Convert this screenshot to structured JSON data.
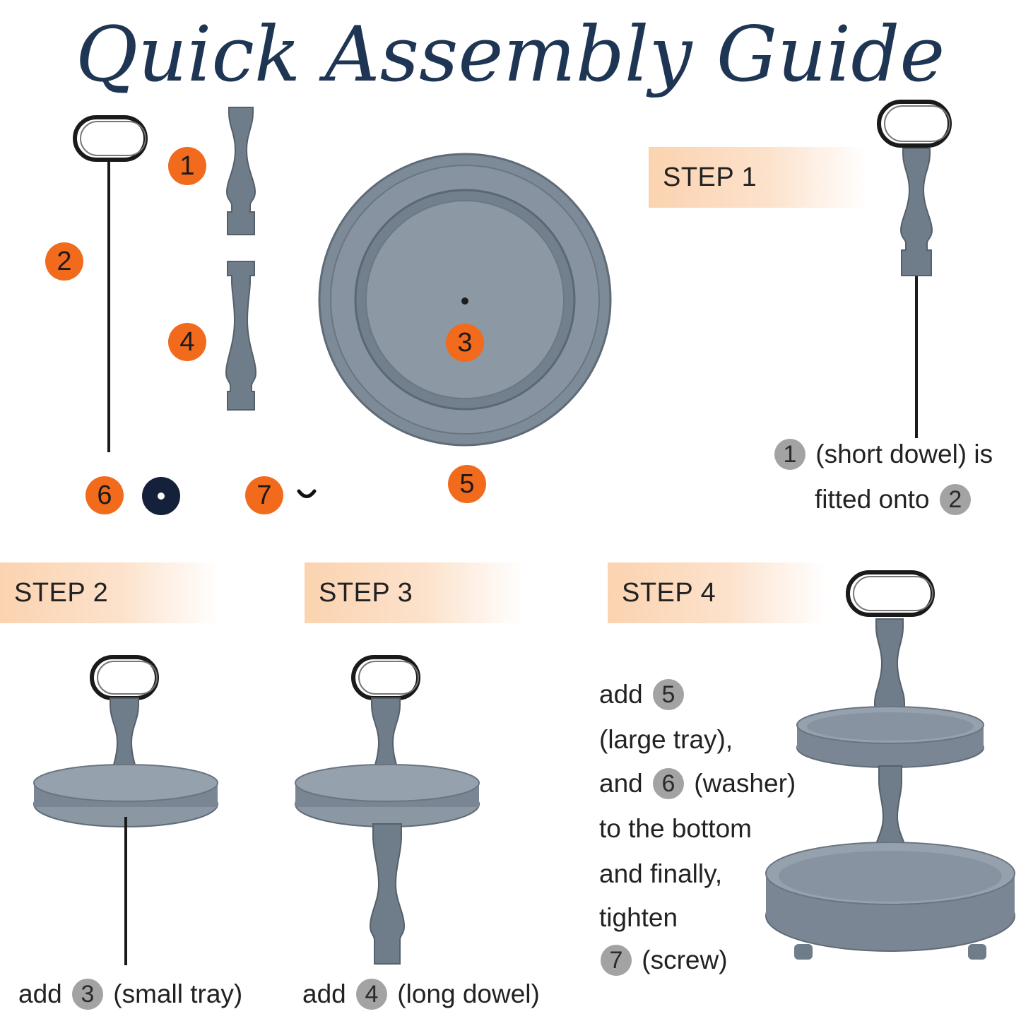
{
  "title": "Quick Assembly Guide",
  "colors": {
    "title": "#1e3553",
    "badge_orange": "#f26a1b",
    "badge_gray": "#a3a3a3",
    "banner": "#fbd3b0",
    "wood": "#6f7c8a",
    "metal": "#1a1a1a"
  },
  "parts": {
    "p1": "1",
    "p2": "2",
    "p3": "3",
    "p4": "4",
    "p5": "5",
    "p6": "6",
    "p7": "7"
  },
  "steps": {
    "s1": {
      "label": "STEP 1",
      "line1_num": "1",
      "line1_text": "(short dowel) is",
      "line2_text": "fitted onto",
      "line2_num": "2"
    },
    "s2": {
      "label": "STEP 2",
      "pre": "add",
      "num": "3",
      "text": "(small tray)"
    },
    "s3": {
      "label": "STEP 3",
      "pre": "add",
      "num": "4",
      "text": "(long dowel)"
    },
    "s4": {
      "label": "STEP 4",
      "l1_pre": "add",
      "l1_num": "5",
      "l2": "(large tray),",
      "l3_pre": "and",
      "l3_num": "6",
      "l3_text": "(washer)",
      "l4": "to the bottom",
      "l5": "and finally,",
      "l6": "tighten",
      "l7_num": "7",
      "l7_text": "(screw)"
    }
  }
}
